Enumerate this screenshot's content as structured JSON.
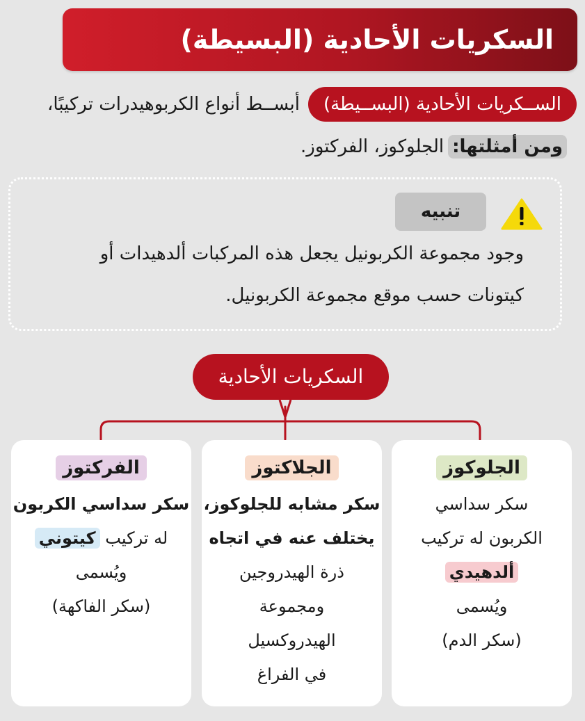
{
  "title": "السكريات الأحادية (البسيطة)",
  "intro": {
    "term": "الســكريات الأحادية (البســيطة)",
    "definition": "أبســط أنواع الكربوهيدرات تركيبًا،"
  },
  "examples": {
    "label": "ومن أمثلتها:",
    "text": "الجلوكوز، الفركتوز."
  },
  "note": {
    "icon": "warning-icon",
    "tag": "تنبيه",
    "line1": "وجود مجموعة الكربونيل يجعل هذه المركبات ألدهيدات أو",
    "line2": "كيتونات حسب موقع مجموعة الكربونيل."
  },
  "diagram": {
    "root": "السكريات الأحادية",
    "cards": {
      "fructose": {
        "title": "الفركتوز",
        "line1": "سكر سداسي الكربون",
        "line2_pre": "له تركيب",
        "line2_hl": "كيتوني",
        "line3": "ويُسمى",
        "line4": "(سكر الفاكهة)"
      },
      "galactose": {
        "title": "الجلاكتوز",
        "line1": "سكر مشابه للجلوكوز،",
        "line2": "يختلف عنه في اتجاه",
        "line3": "ذرة الهيدروجين",
        "line4": "ومجموعة",
        "line5": "الهيدروكسيل",
        "line6": "في الفراغ"
      },
      "glucose": {
        "title": "الجلوكوز",
        "line1": "سكر سداسي",
        "line2": "الكربون له تركيب",
        "line3_hl": "ألدهيدي",
        "line4": "ويُسمى",
        "line5": "(سكر الدم)"
      }
    }
  },
  "colors": {
    "accent_red": "#b7121f",
    "title_gradient_start": "#d01e2a",
    "title_gradient_end": "#7d1018",
    "warning_yellow": "#f5d90a",
    "card_bg": "#ffffff",
    "page_bg": "#e6e6e6"
  }
}
